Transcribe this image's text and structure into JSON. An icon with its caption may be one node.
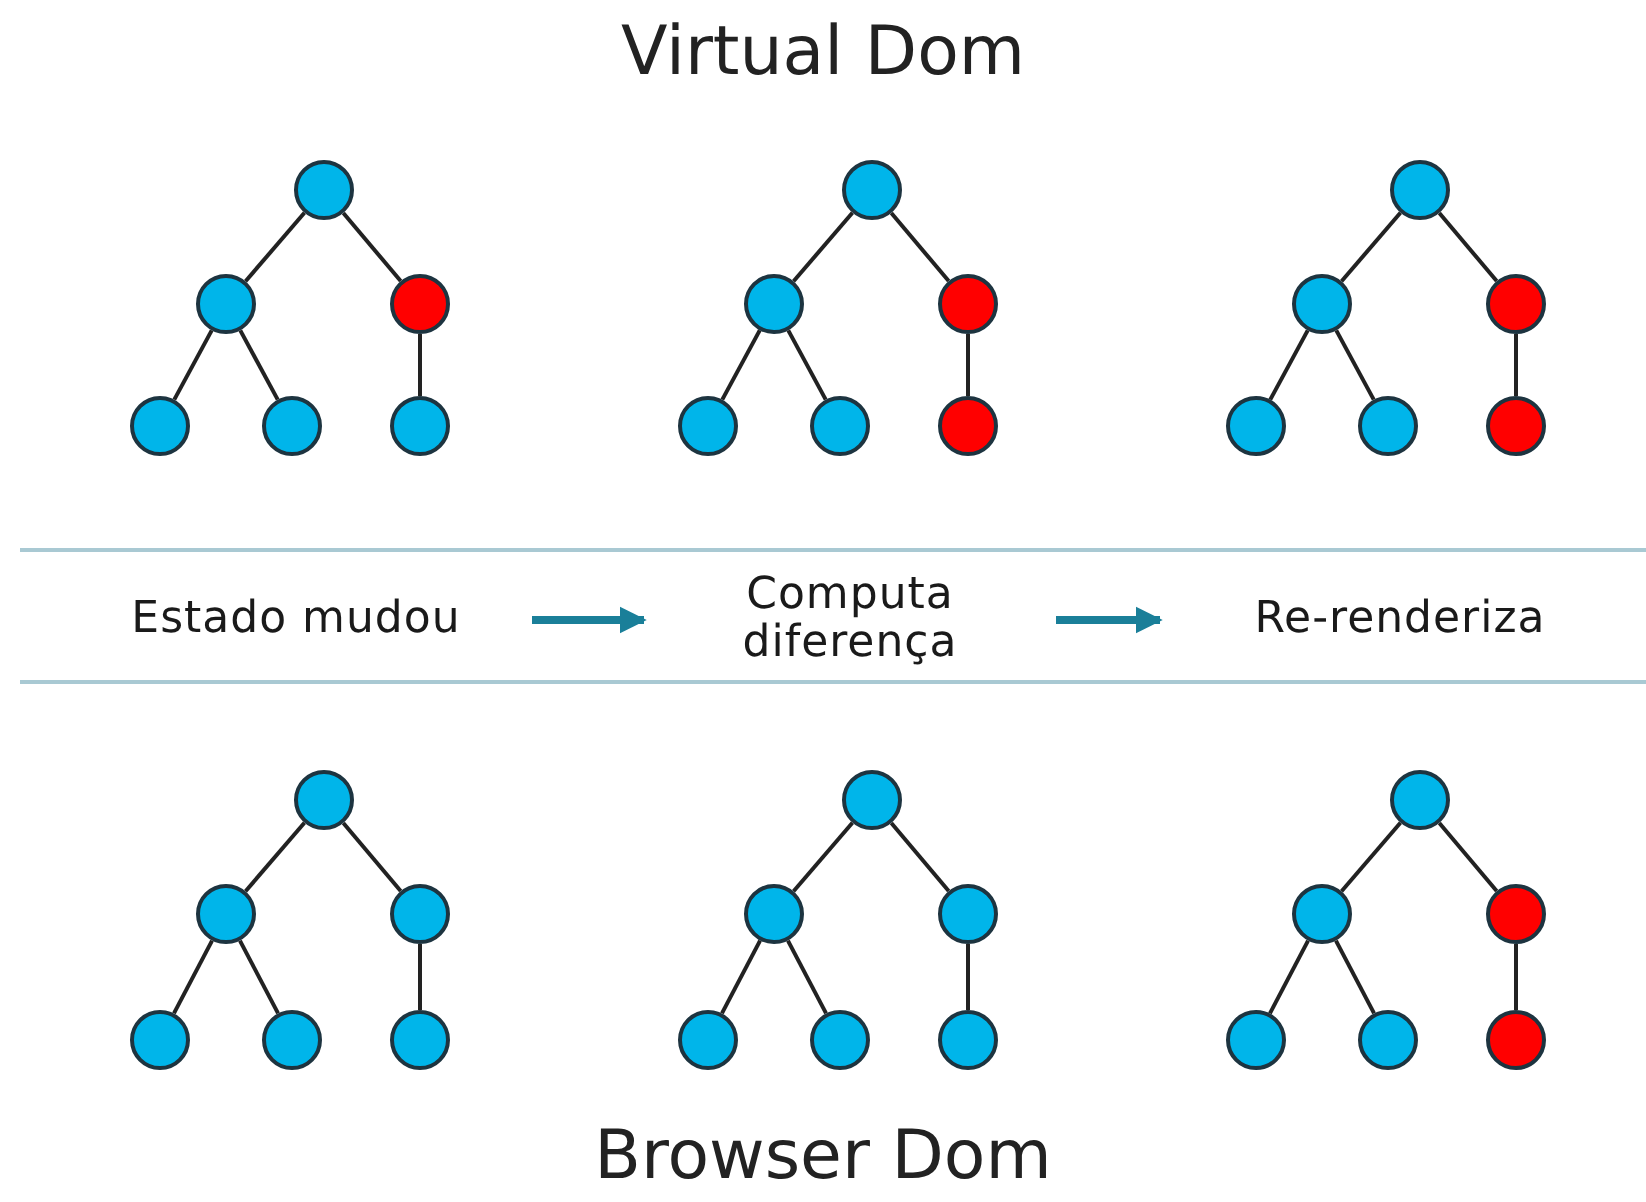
{
  "diagram": {
    "title": "Virtual Dom",
    "caption": "Browser Dom",
    "nodes": [
      {
        "text": [],
        "shape": "circle"
      },
      {
        "text": [],
        "shape": "circle"
      },
      {
        "text": [],
        "shape": "circle"
      },
      {
        "text": [],
        "shape": "circle"
      },
      {
        "text": [],
        "shape": "circle"
      },
      {
        "text": [],
        "shape": "circle"
      },
      {
        "text": [],
        "shape": "circle"
      },
      {
        "text": [],
        "shape": "circle"
      },
      {
        "text": [],
        "shape": "circle"
      },
      {
        "text": [],
        "shape": "circle"
      },
      {
        "text": [],
        "shape": "circle"
      },
      {
        "text": [],
        "shape": "circle"
      },
      {
        "text": [],
        "shape": "circle"
      },
      {
        "text": [],
        "shape": "circle"
      },
      {
        "text": [],
        "shape": "circle"
      },
      {
        "text": [],
        "shape": "circle"
      },
      {
        "text": [],
        "shape": "circle"
      },
      {
        "text": [],
        "shape": "circle"
      },
      {
        "text": [
          "Estado mudou"
        ]
      },
      {
        "text": [
          "Computa diferença"
        ]
      },
      {
        "text": [
          "Re-renderiza"
        ]
      },
      {
        "text": [],
        "shape": "circle"
      },
      {
        "text": [],
        "shape": "circle"
      },
      {
        "text": [],
        "shape": "circle"
      },
      {
        "text": [],
        "shape": "circle"
      },
      {
        "text": [],
        "shape": "circle"
      },
      {
        "text": [],
        "shape": "circle"
      },
      {
        "text": [],
        "shape": "circle"
      },
      {
        "text": [],
        "shape": "circle"
      },
      {
        "text": [],
        "shape": "circle"
      },
      {
        "text": [],
        "shape": "circle"
      },
      {
        "text": [],
        "shape": "circle"
      },
      {
        "text": [],
        "shape": "circle"
      },
      {
        "text": [],
        "shape": "circle"
      },
      {
        "text": [],
        "shape": "circle"
      },
      {
        "text": [],
        "shape": "circle"
      },
      {
        "text": [],
        "shape": "circle"
      },
      {
        "text": [],
        "shape": "circle"
      },
      {
        "text": [],
        "shape": "circle"
      }
    ],
    "edges": [
      {
        "from": 0,
        "to": 1,
        "arrow": "none"
      },
      {
        "from": 0,
        "to": 2,
        "arrow": "none"
      },
      {
        "from": 1,
        "to": 3,
        "arrow": "none"
      },
      {
        "from": 1,
        "to": 4,
        "arrow": "none"
      },
      {
        "from": 2,
        "to": 5,
        "arrow": "none"
      },
      {
        "from": 6,
        "to": 7,
        "arrow": "none"
      },
      {
        "from": 6,
        "to": 8,
        "arrow": "none"
      },
      {
        "from": 7,
        "to": 9,
        "arrow": "none"
      },
      {
        "from": 7,
        "to": 10,
        "arrow": "none"
      },
      {
        "from": 8,
        "to": 11,
        "arrow": "none"
      },
      {
        "from": 12,
        "to": 13,
        "arrow": "none"
      },
      {
        "from": 12,
        "to": 14,
        "arrow": "none"
      },
      {
        "from": 13,
        "to": 15,
        "arrow": "none"
      },
      {
        "from": 13,
        "to": 16,
        "arrow": "none"
      },
      {
        "from": 14,
        "to": 17,
        "arrow": "none"
      },
      {
        "from": 18,
        "to": 19,
        "arrow": "to",
        "style": "thick",
        "color": "#1a7f99"
      },
      {
        "from": 19,
        "to": 20,
        "arrow": "to",
        "style": "thick",
        "color": "#1a7f99"
      },
      {
        "from": 21,
        "to": 22,
        "arrow": "none"
      },
      {
        "from": 21,
        "to": 23,
        "arrow": "none"
      },
      {
        "from": 22,
        "to": 24,
        "arrow": "none"
      },
      {
        "from": 22,
        "to": 25,
        "arrow": "none"
      },
      {
        "from": 23,
        "to": 26,
        "arrow": "none"
      },
      {
        "from": 27,
        "to": 28,
        "arrow": "none"
      },
      {
        "from": 27,
        "to": 29,
        "arrow": "none"
      },
      {
        "from": 28,
        "to": 30,
        "arrow": "none"
      },
      {
        "from": 28,
        "to": 31,
        "arrow": "none"
      },
      {
        "from": 29,
        "to": 32,
        "arrow": "none"
      },
      {
        "from": 33,
        "to": 34,
        "arrow": "none"
      },
      {
        "from": 33,
        "to": 35,
        "arrow": "none"
      },
      {
        "from": 34,
        "to": 36,
        "arrow": "none"
      },
      {
        "from": 34,
        "to": 37,
        "arrow": "none"
      },
      {
        "from": 35,
        "to": 38,
        "arrow": "none"
      }
    ]
  }
}
